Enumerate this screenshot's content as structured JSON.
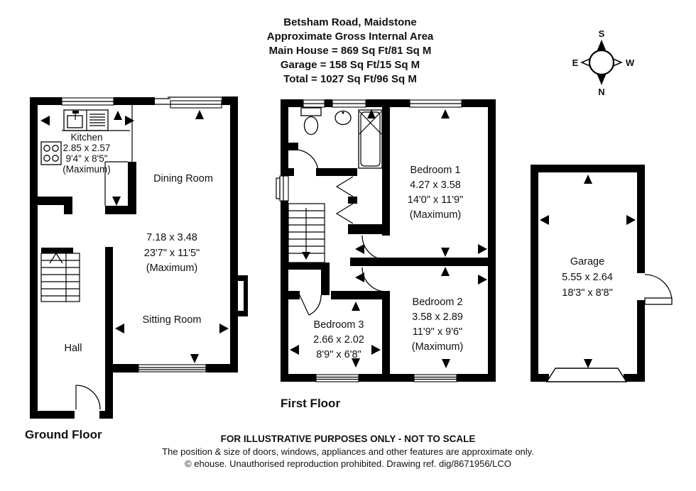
{
  "header": {
    "title": "Betsham Road, Maidstone",
    "subtitle": "Approximate Gross Internal Area",
    "area_lines": [
      "Main House = 869 Sq Ft/81 Sq M",
      "Garage = 158 Sq Ft/15 Sq M",
      "Total = 1027 Sq Ft/96 Sq M"
    ]
  },
  "compass": {
    "n": "N",
    "s": "S",
    "e": "E",
    "w": "W"
  },
  "floors": {
    "ground": {
      "label": "Ground Floor",
      "rooms": {
        "kitchen": {
          "name": "Kitchen",
          "metric": "2.85 x 2.57",
          "imperial": "9'4\" x 8'5\"",
          "note": "(Maximum)"
        },
        "dining": {
          "name": "Dining Room",
          "metric": "7.18 x 3.48",
          "imperial": "23'7\" x 11'5\"",
          "note": "(Maximum)"
        },
        "sitting": {
          "name": "Sitting Room"
        },
        "hall": {
          "name": "Hall"
        }
      }
    },
    "first": {
      "label": "First Floor",
      "rooms": {
        "bedroom1": {
          "name": "Bedroom 1",
          "metric": "4.27 x 3.58",
          "imperial": "14'0\" x 11'9\"",
          "note": "(Maximum)"
        },
        "bedroom2": {
          "name": "Bedroom 2",
          "metric": "3.58 x 2.89",
          "imperial": "11'9\" x 9'6\"",
          "note": "(Maximum)"
        },
        "bedroom3": {
          "name": "Bedroom 3",
          "metric": "2.66 x 2.02",
          "imperial": "8'9\" x 6'8\""
        }
      }
    },
    "garage": {
      "rooms": {
        "garage": {
          "name": "Garage",
          "metric": "5.55 x 2.64",
          "imperial": "18'3\" x 8'8\""
        }
      }
    }
  },
  "footer": {
    "line1": "FOR ILLUSTRATIVE PURPOSES ONLY - NOT TO SCALE",
    "line2": "The position & size of doors, windows, appliances and other features are approximate only.",
    "line3": "© ehouse. Unauthorised reproduction prohibited. Drawing ref. dig/8671956/LCO"
  }
}
